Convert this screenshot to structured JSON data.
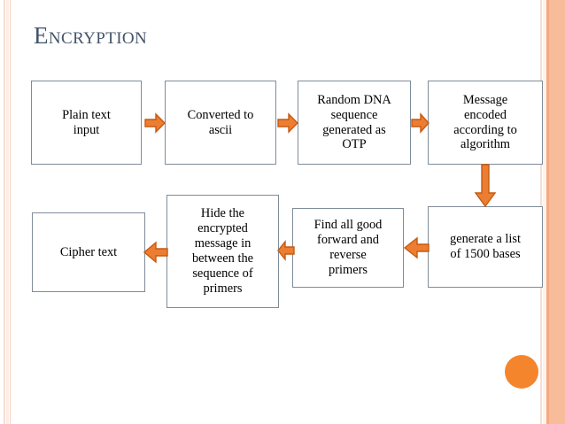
{
  "slide": {
    "title": "Encryption",
    "colors": {
      "title": "#44546A",
      "box_border": "#7F8C99",
      "arrow_fill": "#ED7D31",
      "arrow_stroke": "#C55A11",
      "accent_circle": "#F5852C",
      "frame_stripe": "#F9BC9A",
      "background": "#FFFFFF",
      "text": "#000000"
    }
  },
  "flow": {
    "boxes": [
      {
        "id": "plain-text-input",
        "label": "Plain text\ninput"
      },
      {
        "id": "converted-to-ascii",
        "label": "Converted to\nascii"
      },
      {
        "id": "random-dna-otp",
        "label": "Random DNA\nsequence\ngenerated as\nOTP"
      },
      {
        "id": "message-encoded",
        "label": "Message\nencoded\naccording to\nalgorithm"
      },
      {
        "id": "generate-list-bases",
        "label": "generate a list\nof 1500 bases"
      },
      {
        "id": "find-primers",
        "label": "Find all good\nforward and\nreverse\nprimers"
      },
      {
        "id": "hide-encrypted-msg",
        "label": "Hide the\nencrypted\nmessage in\nbetween the\nsequence of\nprimers"
      },
      {
        "id": "cipher-text",
        "label": "Cipher text"
      }
    ],
    "arrows": [
      {
        "id": "arrow-plain-to-ascii",
        "direction": "right"
      },
      {
        "id": "arrow-ascii-to-dna",
        "direction": "right"
      },
      {
        "id": "arrow-dna-to-message",
        "direction": "right"
      },
      {
        "id": "arrow-message-to-generate",
        "direction": "down"
      },
      {
        "id": "arrow-generate-to-primers",
        "direction": "left"
      },
      {
        "id": "arrow-primers-to-hide",
        "direction": "left"
      },
      {
        "id": "arrow-hide-to-cipher",
        "direction": "left"
      }
    ]
  }
}
